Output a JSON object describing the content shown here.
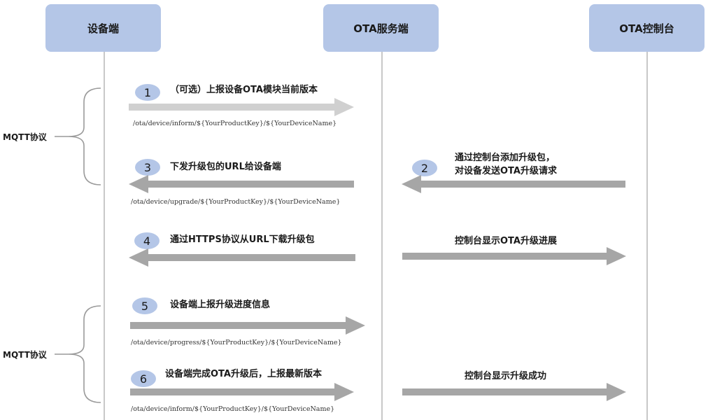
{
  "lanes": {
    "device": "设备端",
    "server": "OTA服务端",
    "console": "OTA控制台"
  },
  "mqtt": {
    "group1": "MQTT协议",
    "group2": "MQTT协议"
  },
  "steps": {
    "s1": {
      "num": "1",
      "label": "（可选）上报设备OTA模块当前版本",
      "topic": "/ota/device/inform/${YourProductKey}/${YourDeviceName}"
    },
    "s2": {
      "num": "2",
      "line1": "通过控制台添加升级包，",
      "line2": "对设备发送OTA升级请求"
    },
    "s3": {
      "num": "3",
      "label": "下发升级包的URL给设备端",
      "topic": "/ota/device/upgrade/${YourProductKey}/${YourDeviceName}"
    },
    "s4": {
      "num": "4",
      "label": "通过HTTPS协议从URL下载升级包",
      "console_label": "控制台显示OTA升级进展"
    },
    "s5": {
      "num": "5",
      "label": "设备端上报升级进度信息",
      "topic": "/ota/device/progress/${YourProductKey}/${YourDeviceName}"
    },
    "s6": {
      "num": "6",
      "label": "设备端完成OTA升级后，上报最新版本",
      "topic": "/ota/device/inform/${YourProductKey}/${YourDeviceName}",
      "console_label": "控制台显示升级成功"
    }
  },
  "colors": {
    "lane_fill": "#b4c6e7",
    "arrow_gray": "#a6a6a6",
    "arrow_light": "#d0d0d0",
    "lifeline": "#c8c8c8"
  }
}
